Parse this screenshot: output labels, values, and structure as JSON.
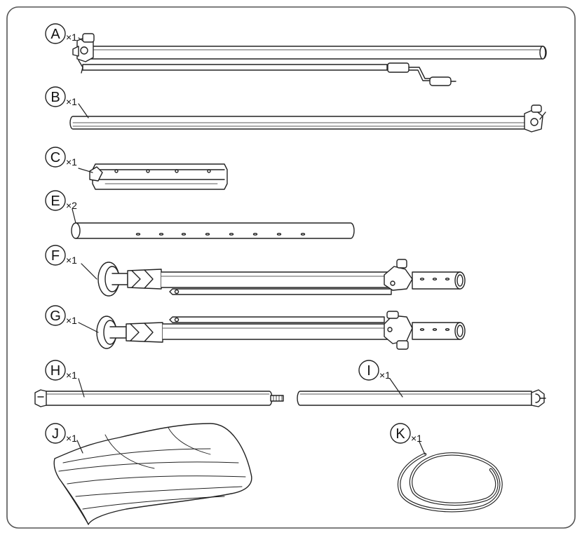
{
  "parts": [
    {
      "letter": "A",
      "qty": "×1"
    },
    {
      "letter": "B",
      "qty": "×1"
    },
    {
      "letter": "C",
      "qty": "×1"
    },
    {
      "letter": "E",
      "qty": "×2"
    },
    {
      "letter": "F",
      "qty": "×1"
    },
    {
      "letter": "G",
      "qty": "×1"
    },
    {
      "letter": "H",
      "qty": "×1"
    },
    {
      "letter": "I",
      "qty": "×1"
    },
    {
      "letter": "J",
      "qty": "×1"
    },
    {
      "letter": "K",
      "qty": "×1"
    }
  ]
}
